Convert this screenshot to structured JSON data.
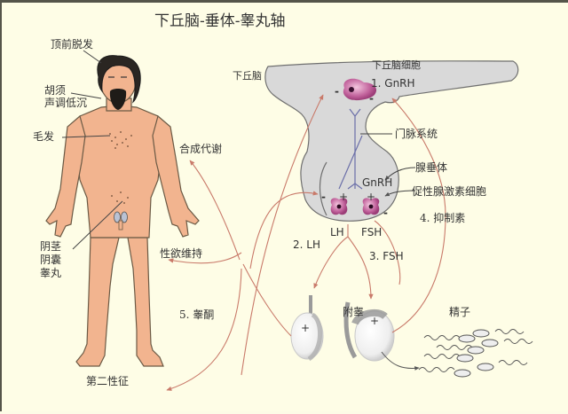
{
  "title": "下丘脑-垂体-睾丸轴",
  "body_labels": {
    "frontal_baldness": "顶前脱发",
    "beard": "胡须",
    "deep_voice": "声调低沉",
    "body_hair": "毛发",
    "penis": "阴茎",
    "scrotum": "阴囊",
    "testis": "睾丸",
    "secondary_sex": "第二性征"
  },
  "effects": {
    "anabolism": "合成代谢",
    "libido": "性欲维持"
  },
  "hypothalamus": {
    "label": "下丘脑",
    "cell_label": "下丘脑细胞",
    "hormone": "1. GnRH",
    "portal": "门脉系统"
  },
  "pituitary": {
    "label": "腺垂体",
    "gnrh": "GnRH",
    "gonadotroph": "促性腺激素细胞",
    "lh": "LH",
    "fsh": "FSH"
  },
  "pathways": {
    "lh": "2. LH",
    "fsh": "3. FSH",
    "inhibin": "4. 抑制素",
    "testosterone": "5. 睾酮"
  },
  "testis_labels": {
    "epididymis": "附睾",
    "sperm": "精子"
  },
  "signs": {
    "plus": "+",
    "minus": "-"
  },
  "colors": {
    "background": "#fefde6",
    "gland_fill": "#d9d9d9",
    "arrow": "#c97a6a",
    "skin": "#f2b48f",
    "cell": "#c0609a"
  }
}
